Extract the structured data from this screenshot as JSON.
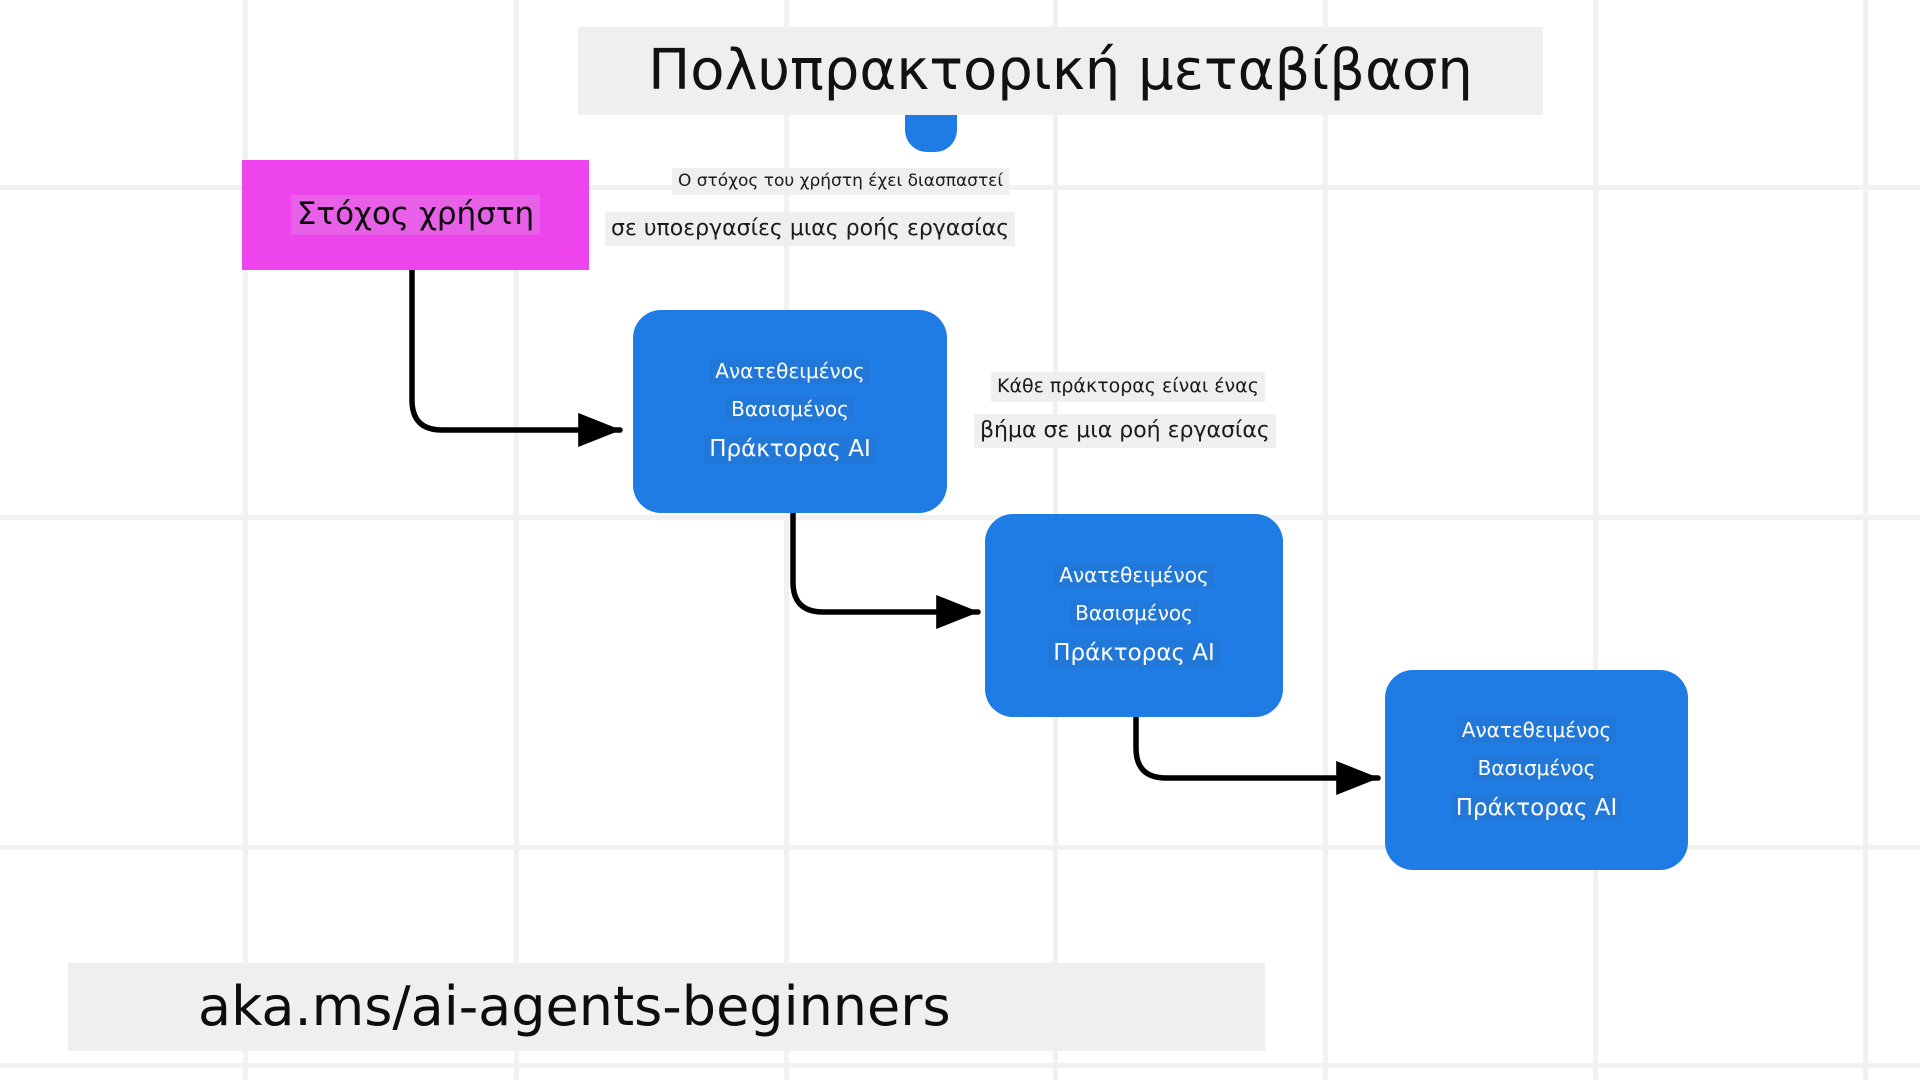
{
  "board": {
    "background_color": "#ffffff",
    "grid_color": "#f1f1f1",
    "accent_blue": "#1f7ce4",
    "accent_magenta": "#ee44ee",
    "highlight_gray": "#efefef"
  },
  "title": {
    "text": "Πολυπρακτορική μεταβίβαση"
  },
  "notes": {
    "goal_note_line1": "Ο στόχος του χρήστη έχει διασπαστεί",
    "goal_note_line2": "σε υποεργασίες μιας ροής εργασίας",
    "agent_note_line1": "Κάθε πράκτορας είναι ένας",
    "agent_note_line2": "βήμα σε μια ροή εργασίας"
  },
  "goal_box": {
    "label": "Στόχος χρήστη"
  },
  "agents": [
    {
      "line1": "Ανατεθειμένος",
      "line2": "Βασισμένος",
      "line3": "Πράκτορας AI"
    },
    {
      "line1": "Ανατεθειμένος",
      "line2": "Βασισμένος",
      "line3": "Πράκτορας AI"
    },
    {
      "line1": "Ανατεθειμένος",
      "line2": "Βασισμένος",
      "line3": "Πράκτορας AI"
    }
  ],
  "footer": {
    "text": "aka.ms/ai-agents-beginners"
  }
}
